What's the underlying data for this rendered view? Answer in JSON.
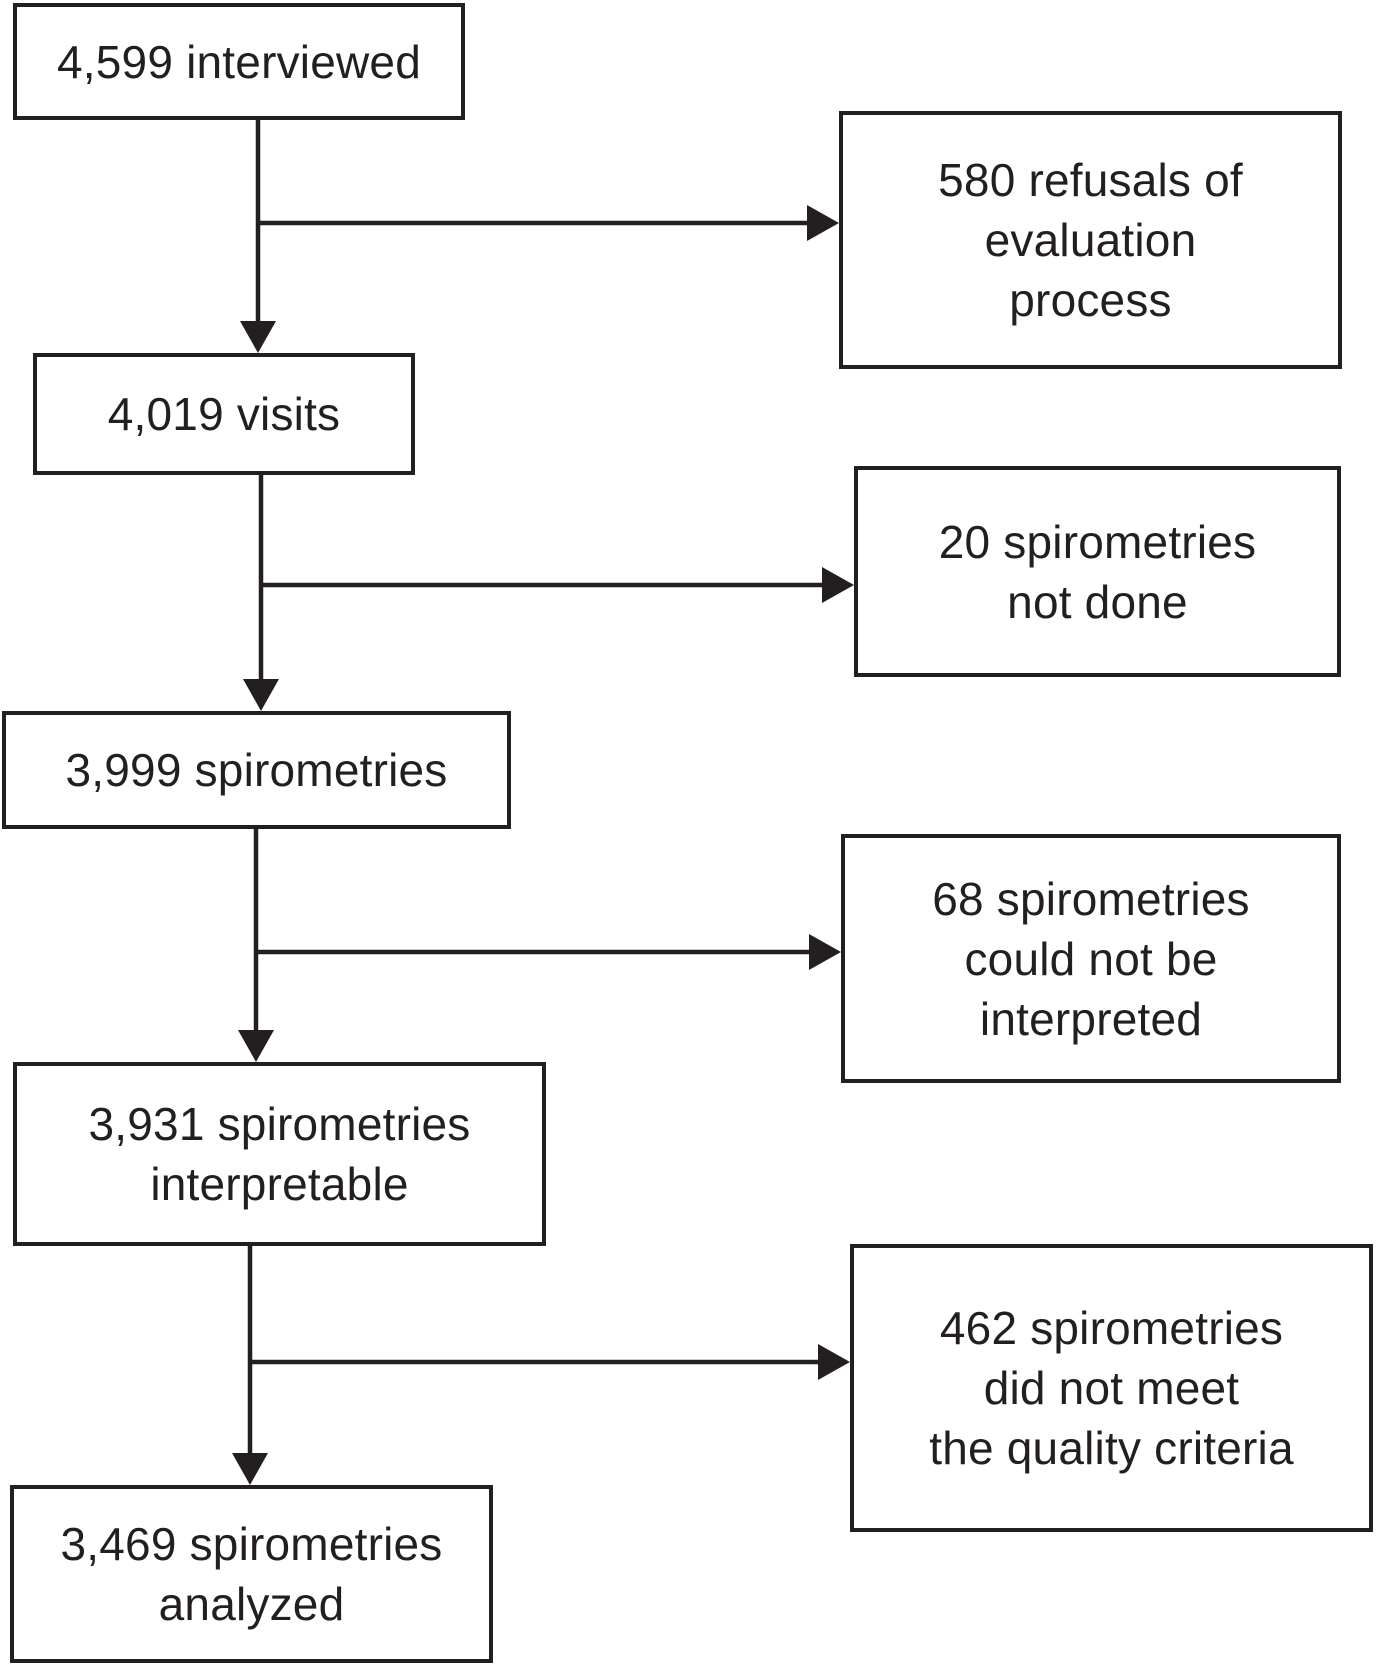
{
  "figure": {
    "type": "flow-diagram",
    "background_color": "#ffffff",
    "line_color": "#231f20",
    "main": [
      {
        "id": "interviewed",
        "label": "4,599 interviewed",
        "value": 4599
      },
      {
        "id": "visits",
        "label": "4,019 visits",
        "value": 4019
      },
      {
        "id": "spirometries",
        "label": "3,999 spirometries",
        "value": 3999
      },
      {
        "id": "interpretable",
        "label": "3,931 spirometries\ninterpretable",
        "value": 3931
      },
      {
        "id": "analyzed",
        "label": "3,469 spirometries\nanalyzed",
        "value": 3469
      }
    ],
    "exclusions": [
      {
        "id": "refusals",
        "label": "580 refusals of\nevaluation\nprocess",
        "value": 580
      },
      {
        "id": "not-done",
        "label": "20 spirometries\nnot done",
        "value": 20
      },
      {
        "id": "not-interpreted",
        "label": "68 spirometries\ncould not be\ninterpreted",
        "value": 68
      },
      {
        "id": "quality-failed",
        "label": "462 spirometries\ndid not meet\nthe quality criteria",
        "value": 462
      }
    ],
    "edges": [
      {
        "from": "interviewed",
        "to": "visits"
      },
      {
        "from": "interviewed",
        "to": "refusals"
      },
      {
        "from": "visits",
        "to": "spirometries"
      },
      {
        "from": "visits",
        "to": "not-done"
      },
      {
        "from": "spirometries",
        "to": "interpretable"
      },
      {
        "from": "spirometries",
        "to": "not-interpreted"
      },
      {
        "from": "interpretable",
        "to": "analyzed"
      },
      {
        "from": "interpretable",
        "to": "quality-failed"
      }
    ]
  }
}
